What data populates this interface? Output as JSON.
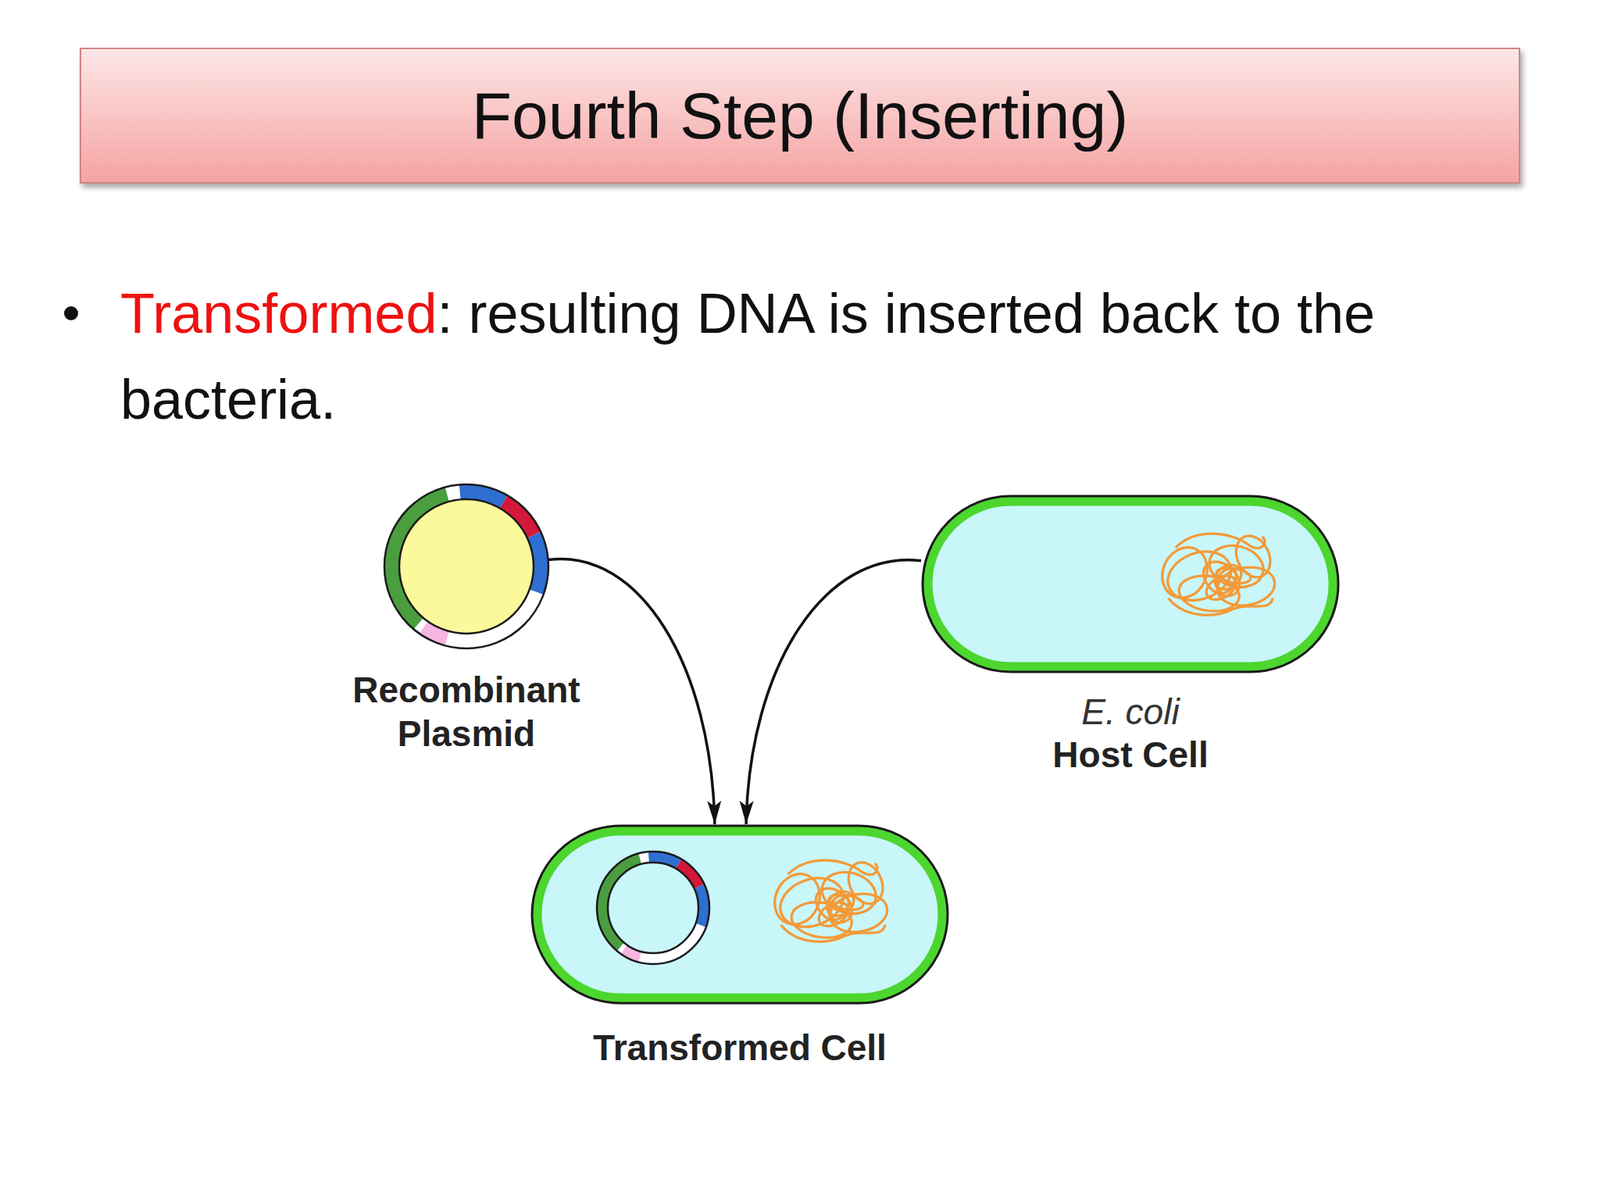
{
  "diagram": {
    "title": "Fourth Step (Inserting)",
    "nodes": [
      {
        "text": [
          "Recombinant Plasmid"
        ]
      },
      {
        "text": [
          "E. coli",
          "Host Cell"
        ]
      },
      {
        "text": [
          "Transformed Cell"
        ]
      }
    ],
    "edges": [
      {
        "from": 0,
        "to": 2,
        "arrow": "to"
      },
      {
        "from": 1,
        "to": 2,
        "arrow": "to"
      }
    ],
    "labels": [
      "Transformed",
      ": resulting DNA is inserted back to the bacteria."
    ]
  }
}
